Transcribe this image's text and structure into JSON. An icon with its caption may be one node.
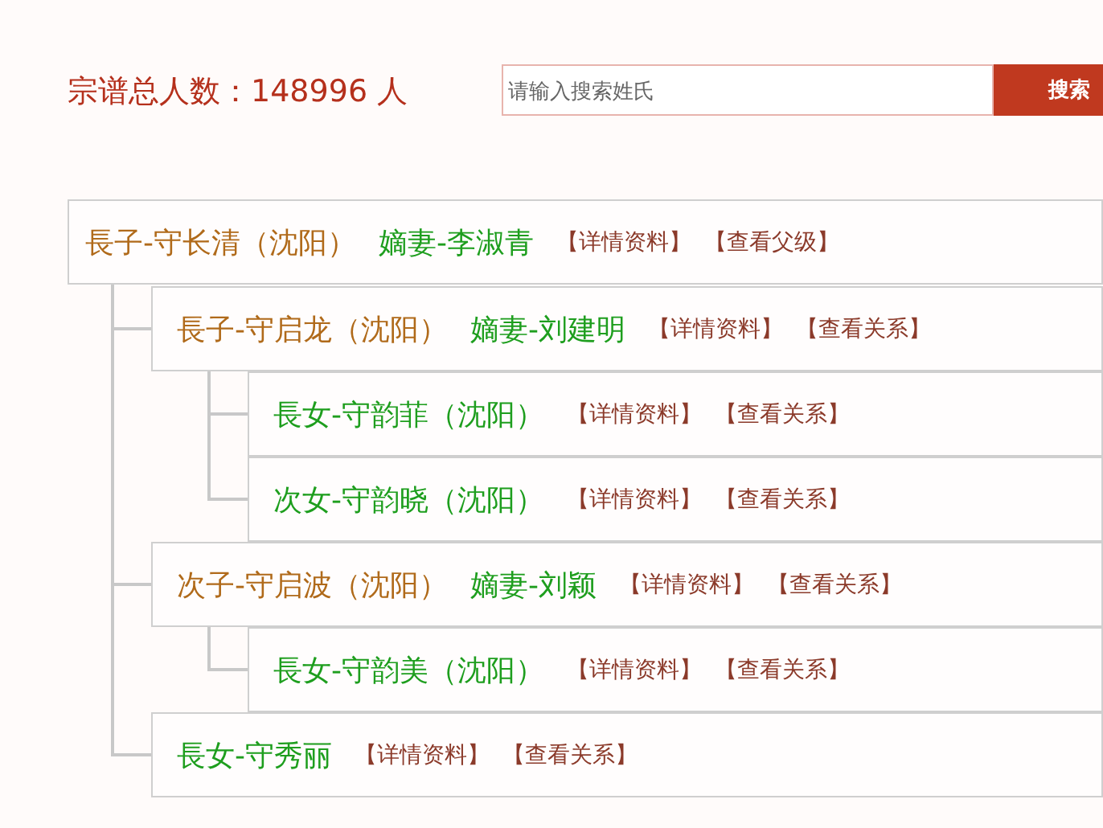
{
  "diagram": {
    "nodes": [
      {
        "text": [
          "長子-守长清（沈阳）",
          "嫡妻-李淑青",
          "【详情资料】",
          "【查看父级】"
        ]
      },
      {
        "text": [
          "長子-守启龙（沈阳）",
          "嫡妻-刘建明",
          "【详情资料】",
          "【查看关系】"
        ]
      },
      {
        "text": [
          "長女-守韵菲（沈阳）",
          "【详情资料】",
          "【查看关系】"
        ]
      },
      {
        "text": [
          "次女-守韵晓（沈阳）",
          "【详情资料】",
          "【查看关系】"
        ]
      },
      {
        "text": [
          "次子-守启波（沈阳）",
          "嫡妻-刘颖",
          "【详情资料】",
          "【查看关系】"
        ]
      },
      {
        "text": [
          "長女-守韵美（沈阳）",
          "【详情资料】",
          "【查看关系】"
        ]
      },
      {
        "text": [
          "長女-守秀丽",
          "【详情资料】",
          "【查看关系】"
        ]
      }
    ],
    "edges": [
      {
        "from": 0,
        "to": 1,
        "arrow": "none"
      },
      {
        "from": 1,
        "to": 2,
        "arrow": "none"
      },
      {
        "from": 1,
        "to": 3,
        "arrow": "none"
      },
      {
        "from": 0,
        "to": 4,
        "arrow": "none"
      },
      {
        "from": 4,
        "to": 5,
        "arrow": "none"
      },
      {
        "from": 0,
        "to": 6,
        "arrow": "none"
      }
    ],
    "labels": [
      "宗谱总人数：148996 人",
      "请输入搜索姓氏",
      "搜索"
    ]
  }
}
